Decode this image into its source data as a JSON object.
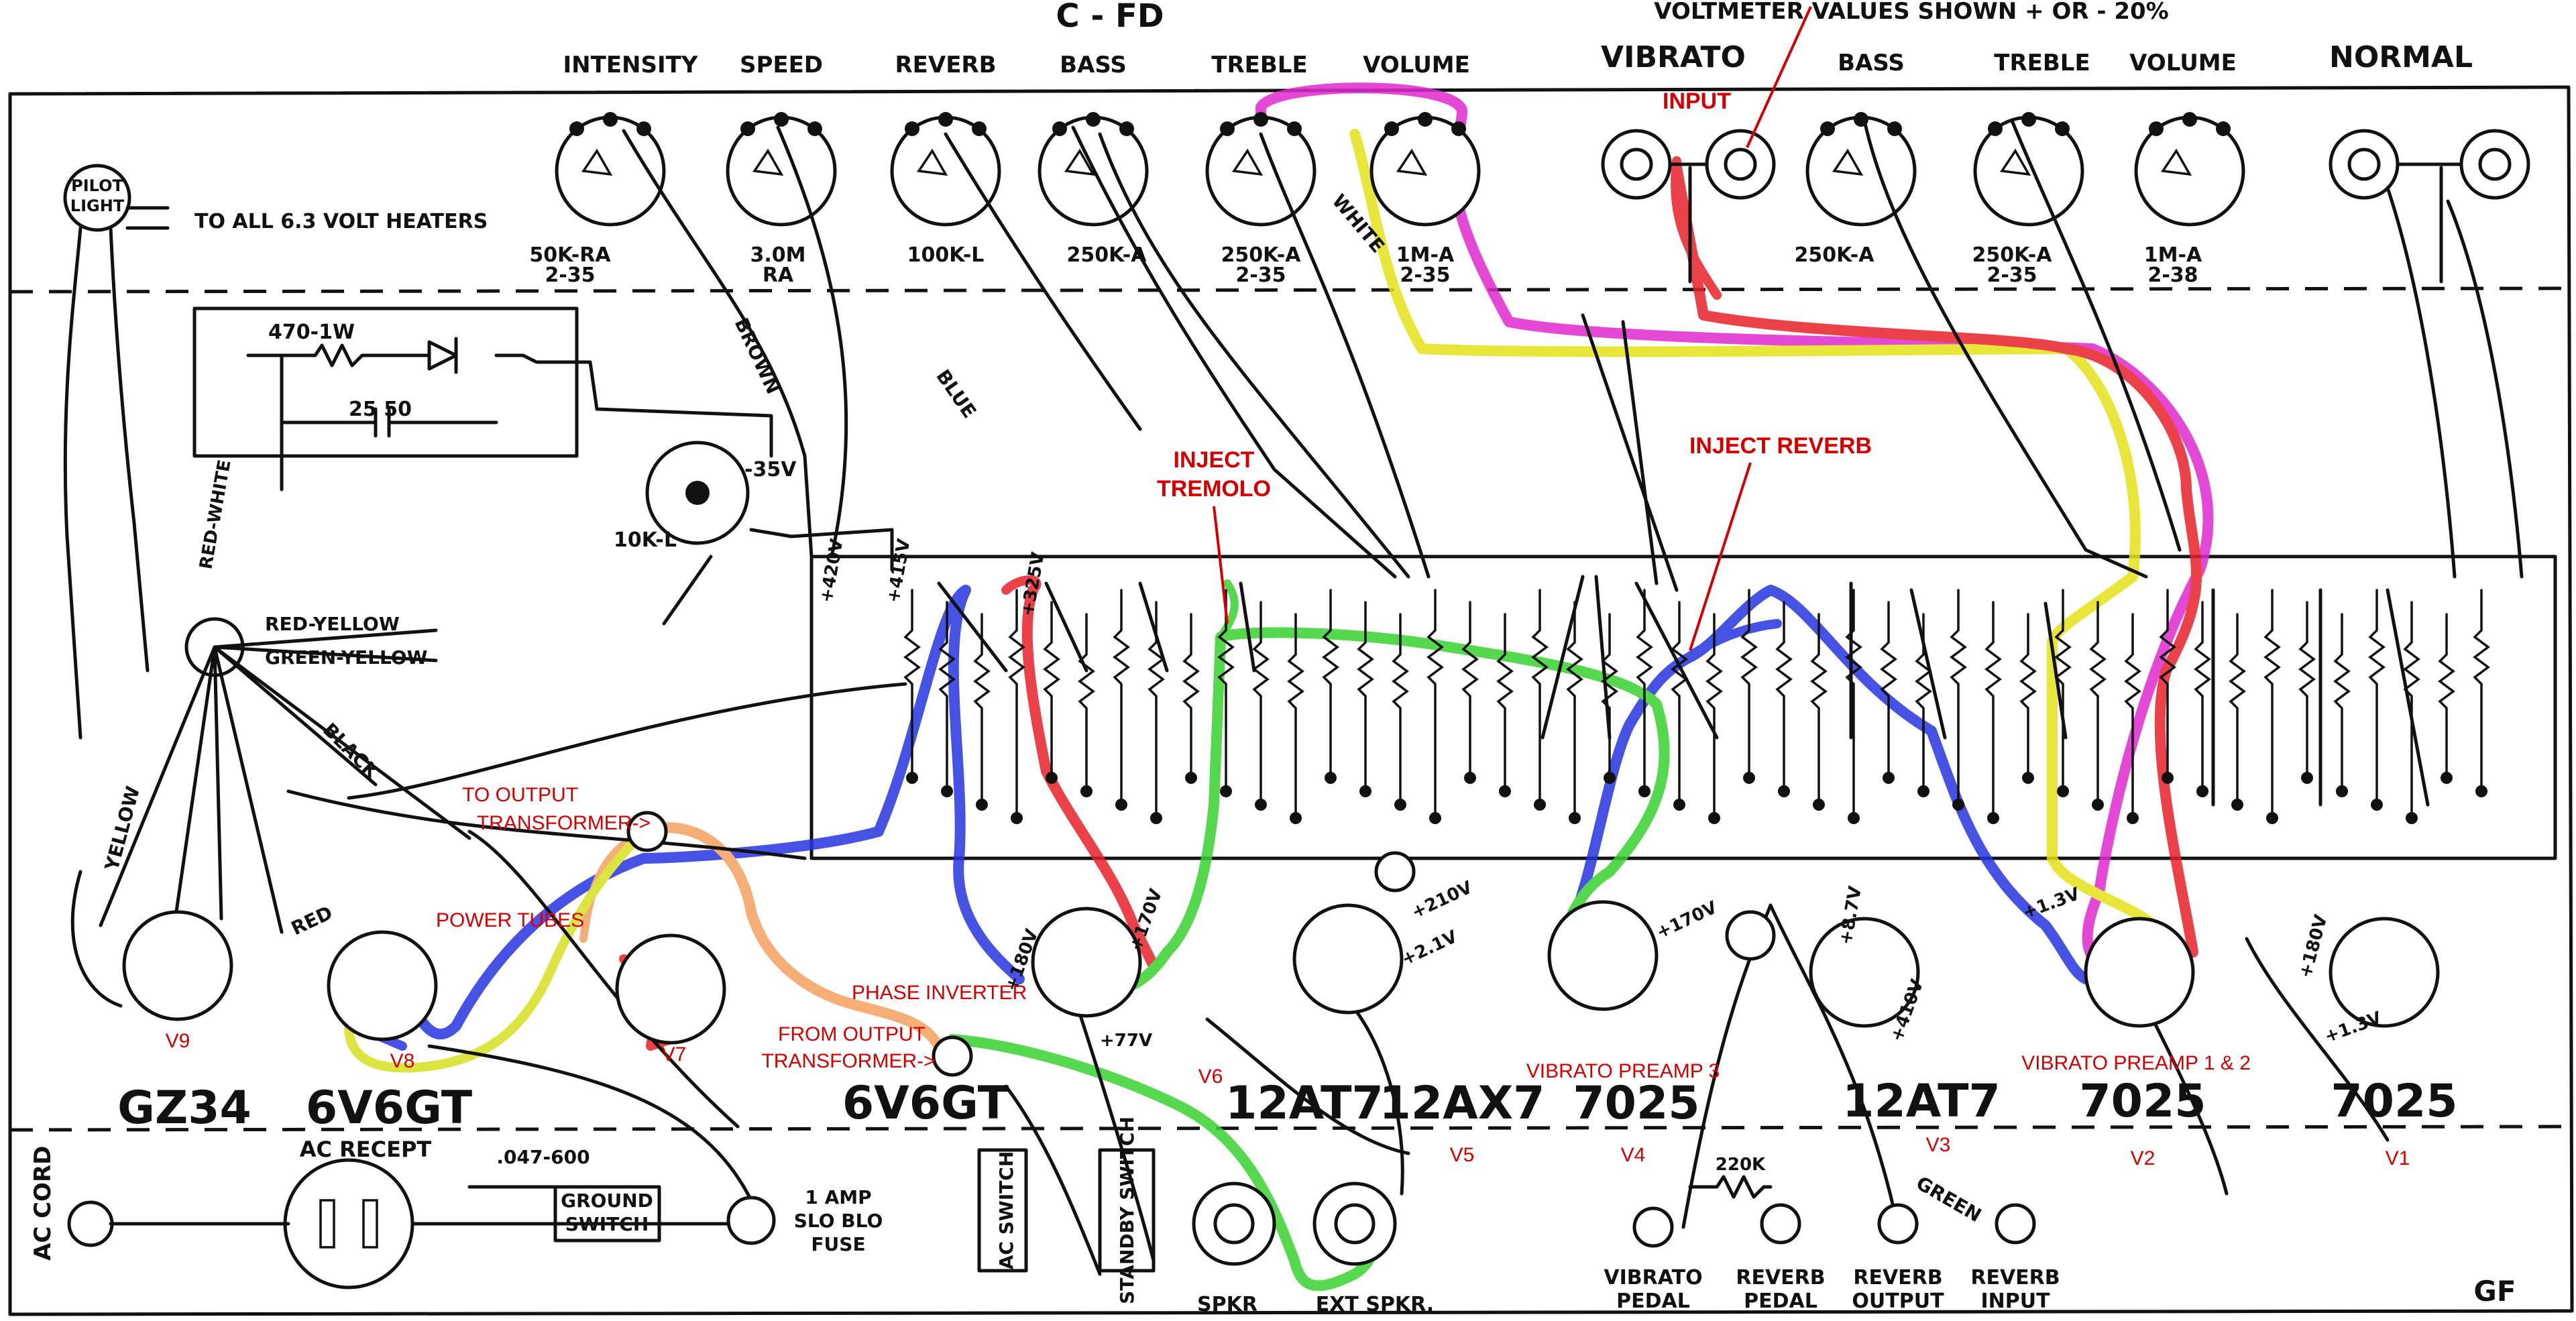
{
  "header": {
    "title": "C - FD",
    "note": "VOLTMETER VALUES SHOWN + OR - 20%"
  },
  "section_labels": {
    "vibrato": "VIBRATO",
    "normal": "NORMAL"
  },
  "controls": [
    {
      "name": "INTENSITY",
      "value": "50K-RA",
      "extra": "2-35"
    },
    {
      "name": "SPEED",
      "value": "3.0M",
      "extra": "RA"
    },
    {
      "name": "REVERB",
      "value": "100K-L",
      "extra": ""
    },
    {
      "name": "BASS",
      "value": "250K-A",
      "extra": ""
    },
    {
      "name": "TREBLE",
      "value": "250K-A",
      "extra": "2-35"
    },
    {
      "name": "VOLUME",
      "value": "1M-A",
      "extra": "2-35"
    },
    {
      "name": "BASS",
      "value": "250K-A",
      "extra": ""
    },
    {
      "name": "TREBLE",
      "value": "250K-A",
      "extra": "2-35"
    },
    {
      "name": "VOLUME",
      "value": "1M-A",
      "extra": "2-38"
    }
  ],
  "pilot": {
    "label_top": "PILOT",
    "label_bottom": "LIGHT",
    "heaters": "TO ALL 6.3 VOLT HEATERS"
  },
  "tubes": [
    {
      "type": "GZ34",
      "id": "V9"
    },
    {
      "type": "6V6GT",
      "id": "V8"
    },
    {
      "type": "",
      "id": "V7"
    },
    {
      "type": "6V6GT",
      "id": ""
    },
    {
      "type": "12AT7",
      "id": "V6"
    },
    {
      "type": "12AX7",
      "id": "V5"
    },
    {
      "type": "7025",
      "id": "V4"
    },
    {
      "type": "12AT7",
      "id": "V3"
    },
    {
      "type": "7025",
      "id": "V2"
    },
    {
      "type": "7025",
      "id": "V1"
    }
  ],
  "annotations": {
    "input": "INPUT",
    "inject_tremolo_1": "INJECT",
    "inject_tremolo_2": "TREMOLO",
    "inject_reverb": "INJECT REVERB",
    "to_output_1": "TO OUTPUT",
    "to_output_2": "TRANSFORMER->",
    "power_tubes": "POWER TUBES",
    "phase_inverter": "PHASE INVERTER",
    "from_output_1": "FROM OUTPUT",
    "from_output_2": "TRANSFORMER->",
    "vibrato_preamp_3": "VIBRATO PREAMP 3",
    "vibrato_preamp_12": "VIBRATO PREAMP 1 & 2"
  },
  "bottom": {
    "ac_cord": "AC CORD",
    "ac_recept": "AC RECEPT",
    "cap": ".047-600",
    "ground_switch_1": "GROUND",
    "ground_switch_2": "SWITCH",
    "fuse_1": "1 AMP",
    "fuse_2": "SLO BLO",
    "fuse_3": "FUSE",
    "ac_switch": "AC SWITCH",
    "standby_switch": "STANDBY SWITCH",
    "spkr": "SPKR",
    "ext_spkr": "EXT SPKR.",
    "res_220k": "220K",
    "vibrato_pedal_1": "VIBRATO",
    "vibrato_pedal_2": "PEDAL",
    "reverb_pedal_1": "REVERB",
    "reverb_pedal_2": "PEDAL",
    "reverb_output_1": "REVERB",
    "reverb_output_2": "OUTPUT",
    "reverb_input_1": "REVERB",
    "reverb_input_2": "INPUT",
    "signature": "GF"
  },
  "psu": {
    "r1": "470-1W",
    "c1": "25 50",
    "pot": "10K-L",
    "neg": "-35V"
  },
  "wire_colors": [
    "RED-YELLOW",
    "GREEN-YELLOW",
    "RED-WHITE",
    "BLACK",
    "YELLOW",
    "RED",
    "BLUE",
    "BROWN",
    "WHITE",
    "GREEN"
  ],
  "voltages": [
    "+420V",
    "+415V",
    "+325V",
    "+170V",
    "+180V",
    "+77V",
    "+2.1V",
    "+210V",
    "+170V",
    "+1.3V",
    "+410V",
    "+8.7V",
    "+180V",
    "+1.3V"
  ],
  "highlight_colors": {
    "red": "#e8202a",
    "blue": "#2535e0",
    "green": "#39d230",
    "yellow": "#e6e21a",
    "magenta": "#e02ad0",
    "orange": "#f5a060"
  }
}
